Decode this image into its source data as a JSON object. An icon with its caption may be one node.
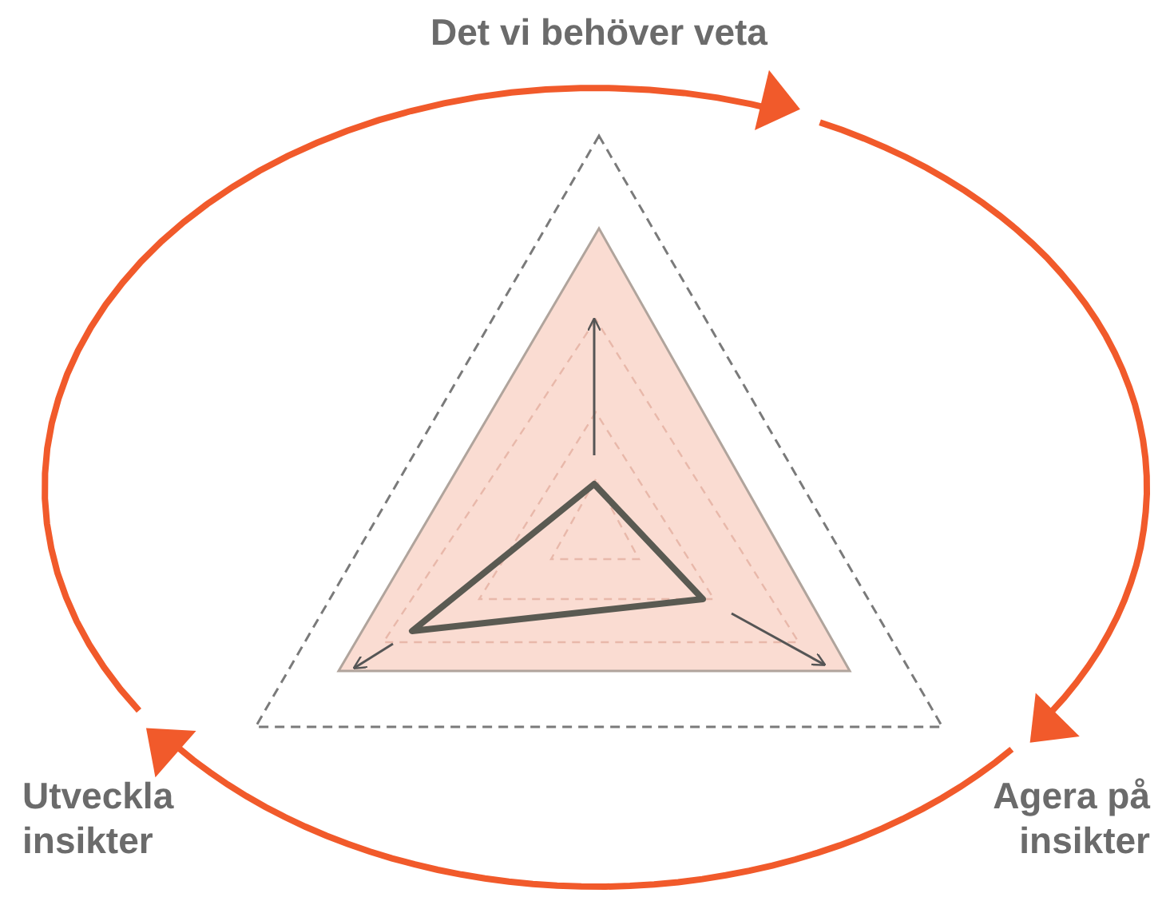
{
  "diagram": {
    "nodes": [
      {
        "text": [
          "Det vi behöver veta"
        ]
      },
      {
        "text": [
          "Utveckla insikter"
        ]
      },
      {
        "text": [
          "Agera på insikter"
        ]
      }
    ],
    "edges": [
      {
        "from": 1,
        "to": 0,
        "arrow": "to"
      },
      {
        "from": 0,
        "to": 2,
        "arrow": "to"
      },
      {
        "from": 2,
        "to": 1,
        "arrow": "to"
      }
    ]
  }
}
